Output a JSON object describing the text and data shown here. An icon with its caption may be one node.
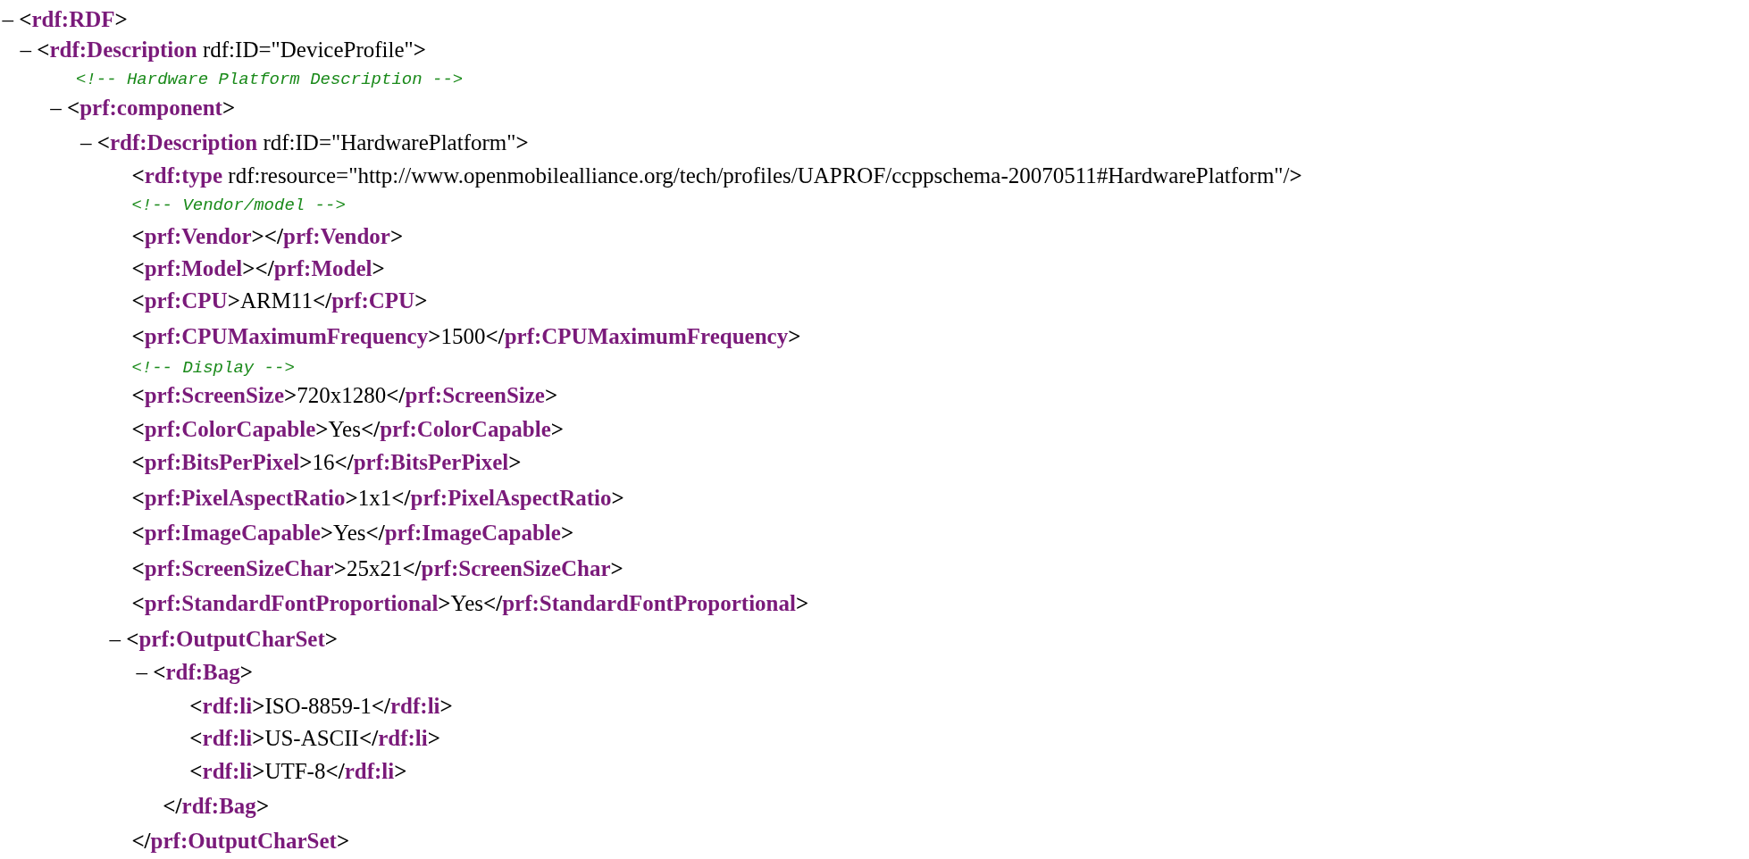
{
  "diagram": {
    "labels": [
      "– <rdf:RDF>",
      "– <rdf:Description rdf:ID=\"DeviceProfile\">",
      "<!-- Hardware Platform Description -->",
      "– <prf:component>",
      "– <rdf:Description rdf:ID=\"HardwarePlatform\">",
      "<rdf:type rdf:resource=\"http://www.openmobilealliance.org/tech/profiles/UAPROF/ccppschema-20070511#HardwarePlatform\"/>",
      "<!-- Vendor/model -->",
      "<prf:Vendor></prf:Vendor>",
      "<prf:Model></prf:Model>",
      "<prf:CPU>ARM11</prf:CPU>",
      "<prf:CPUMaximumFrequency>1500</prf:CPUMaximumFrequency>",
      "<!-- Display -->",
      "<prf:ScreenSize>720x1280</prf:ScreenSize>",
      "<prf:ColorCapable>Yes</prf:ColorCapable>",
      "<prf:BitsPerPixel>16</prf:BitsPerPixel>",
      "<prf:PixelAspectRatio>1x1</prf:PixelAspectRatio>",
      "<prf:ImageCapable>Yes</prf:ImageCapable>",
      "<prf:ScreenSizeChar>25x21</prf:ScreenSizeChar>",
      "<prf:StandardFontProportional>Yes</prf:StandardFontProportional>",
      "– <prf:OutputCharSet>",
      "– <rdf:Bag>",
      "<rdf:li>ISO-8859-1</rdf:li>",
      "<rdf:li>US-ASCII</rdf:li>",
      "<rdf:li>UTF-8</rdf:li>",
      "</rdf:Bag>",
      "</prf:OutputCharSet>"
    ]
  }
}
